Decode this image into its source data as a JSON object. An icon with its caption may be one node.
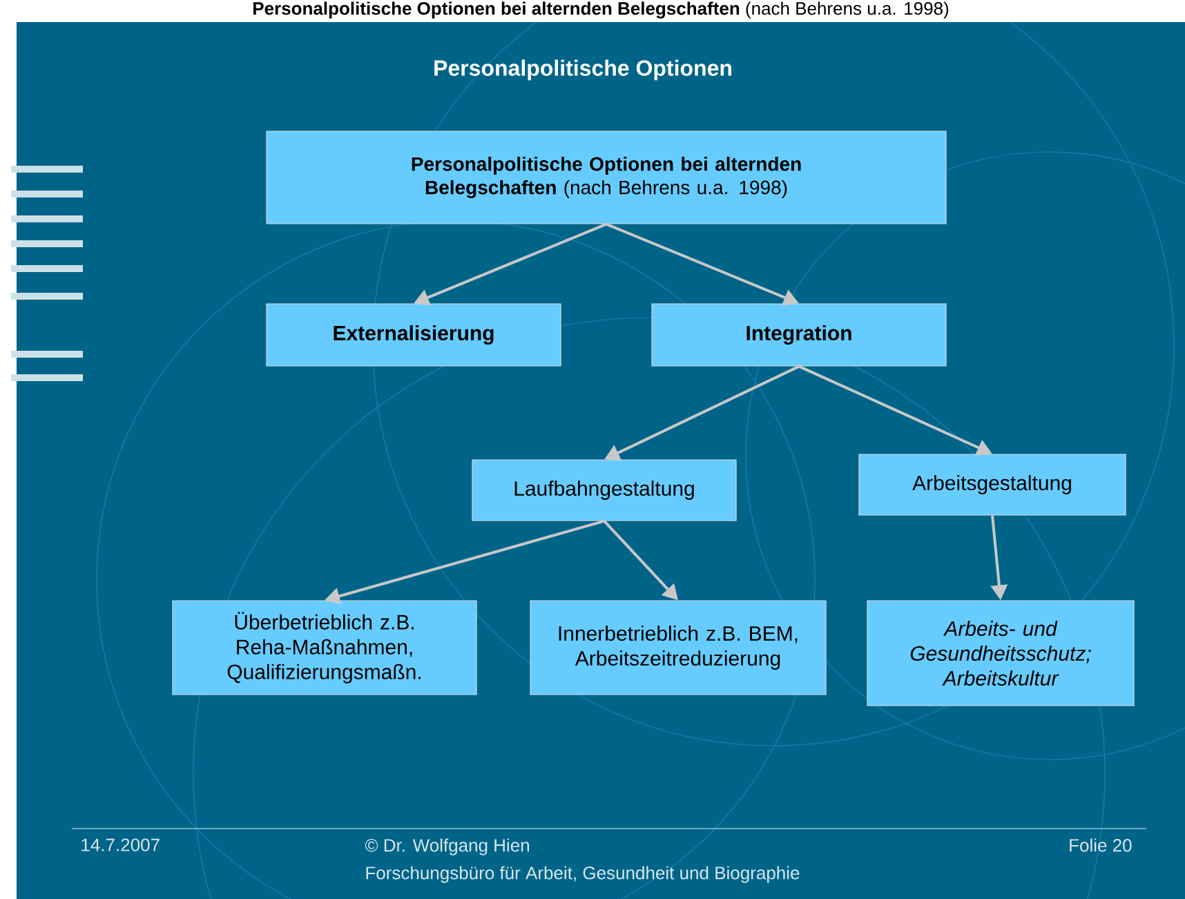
{
  "diagram": {
    "title": "**Personalpolitische Optionen bei alternden Belegschaften** (nach Behrens u.a. 1998)",
    "nodes": [
      {
        "text": [
          "**Personalpolitische Optionen bei alternden Belegschaften** (nach Behrens u.a. 1998)"
        ]
      },
      {
        "text": [
          "Externalisierung"
        ]
      },
      {
        "text": [
          "Integration"
        ]
      },
      {
        "text": [
          "Laufbahngestaltung"
        ]
      },
      {
        "text": [
          "Arbeitsgestaltung"
        ]
      },
      {
        "text": [
          "Überbetrieblich z.B. Reha-Maßnahmen, Qualifizierungsmaßn."
        ]
      },
      {
        "text": [
          "Innerbetrieblich z.B. BEM, Arbeitszeitreduzierung"
        ]
      },
      {
        "text": [
          "Arbeits- und Gesundheitsschutz; Arbeitskultur"
        ]
      }
    ],
    "edges": [
      {
        "from": 0,
        "to": 1,
        "arrow": "to"
      },
      {
        "from": 0,
        "to": 2,
        "arrow": "to"
      },
      {
        "from": 2,
        "to": 3,
        "arrow": "to"
      },
      {
        "from": 2,
        "to": 4,
        "arrow": "to"
      },
      {
        "from": 3,
        "to": 5,
        "arrow": "to"
      },
      {
        "from": 3,
        "to": 6,
        "arrow": "to"
      },
      {
        "from": 4,
        "to": 7,
        "arrow": "to"
      }
    ],
    "labels": [
      "Personalpolitische Optionen",
      "14.7.2007",
      "© Dr. Wolfgang Hien",
      "Forschungsbüro für Arbeit, Gesundheit und Biographie",
      "Folie 20"
    ]
  }
}
